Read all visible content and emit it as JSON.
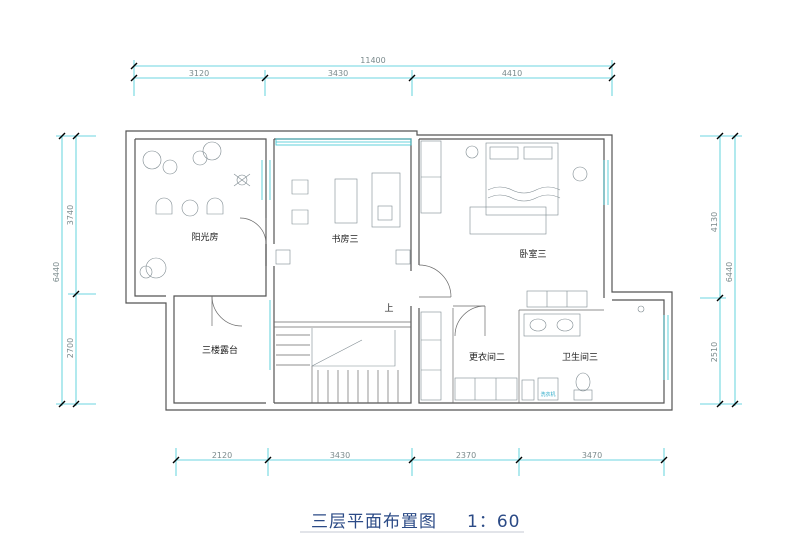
{
  "title": "三层平面布置图",
  "scale": "1：60",
  "dimensions": {
    "top_total": "11400",
    "top_segments": [
      "3120",
      "3430",
      "4410"
    ],
    "bottom_segments": [
      "2120",
      "3430",
      "2370",
      "3470"
    ],
    "left_total": "6440",
    "left_segments": [
      "3740",
      "2700"
    ],
    "right_total": "6440",
    "right_segments": [
      "4130",
      "2510"
    ]
  },
  "rooms": {
    "sunroom": "阳光房",
    "study": "书房三",
    "bedroom": "卧室三",
    "terrace": "三楼露台",
    "closet": "更衣间二",
    "bathroom": "卫生间三"
  },
  "stair_label": "上",
  "washer_label": "洗衣机",
  "colors": {
    "dimension_line": "#3cc9d6",
    "wall": "#555555",
    "title": "#2b4a86"
  }
}
